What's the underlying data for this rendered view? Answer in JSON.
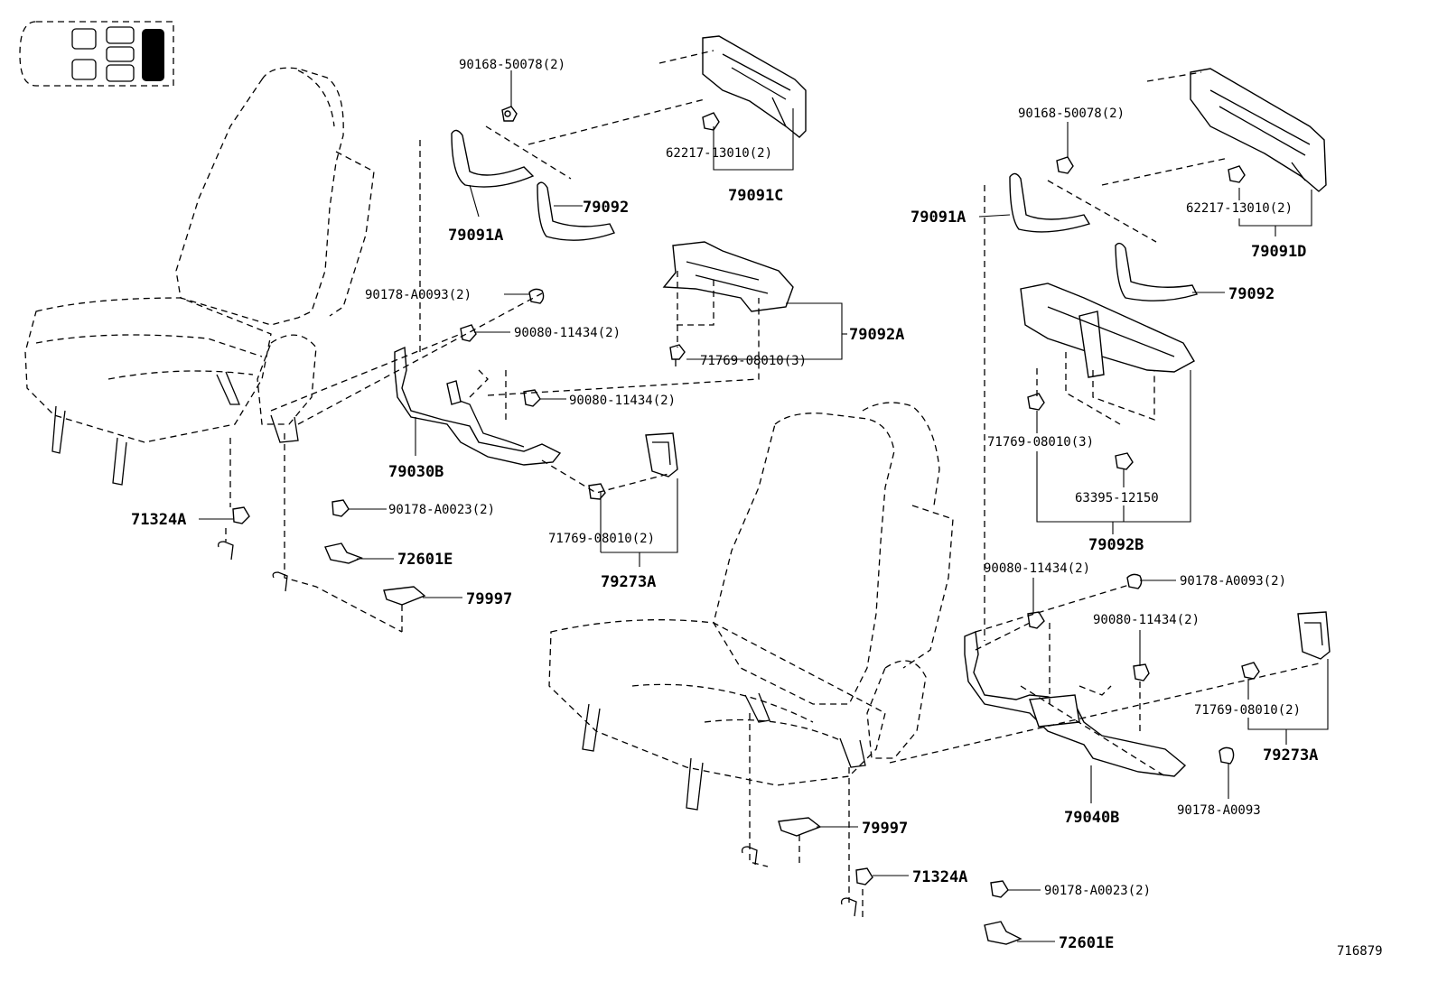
{
  "diagram_id": "716879",
  "locator": {
    "icon": "vehicle-seat-locator-icon",
    "highlight_color": "#000000"
  },
  "labels": {
    "l_90168_left": "90168-50078(2)",
    "l_62217_left": "62217-13010(2)",
    "l_79091C": "79091C",
    "l_79092_left": "79092",
    "l_79091A_left": "79091A",
    "l_90178_a0093_left": "90178-A0093(2)",
    "l_90080_a": "90080-11434(2)",
    "l_90080_b": "90080-11434(2)",
    "l_79092A": "79092A",
    "l_71769_a": "71769-08010(3)",
    "l_79030B": "79030B",
    "l_71324A_left": "71324A",
    "l_90178_a0023_left": "90178-A0023(2)",
    "l_72601E_left": "72601E",
    "l_79997_left": "79997",
    "l_71769_b": "71769-08010(2)",
    "l_79273A_left": "79273A",
    "l_90168_right": "90168-50078(2)",
    "l_62217_right": "62217-13010(2)",
    "l_79091D": "79091D",
    "l_79091A_right": "79091A",
    "l_79092_right": "79092",
    "l_71769_c": "71769-08010(3)",
    "l_63395": "63395-12150",
    "l_79092B": "79092B",
    "l_90080_c": "90080-11434(2)",
    "l_90178_a0093_right": "90178-A0093(2)",
    "l_90080_d": "90080-11434(2)",
    "l_71769_d": "71769-08010(2)",
    "l_79273A_right": "79273A",
    "l_79040B": "79040B",
    "l_90178_a0093_single": "90178-A0093",
    "l_79997_right": "79997",
    "l_71324A_right": "71324A",
    "l_90178_a0023_right": "90178-A0023(2)",
    "l_72601E_right": "72601E"
  }
}
